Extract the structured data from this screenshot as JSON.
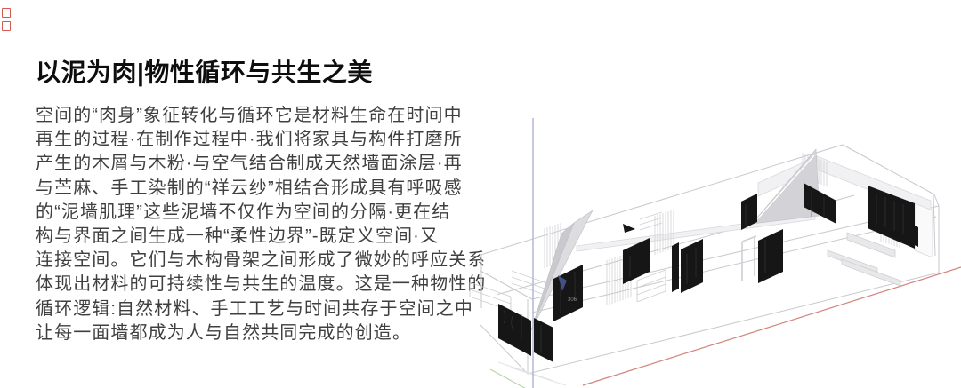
{
  "page": {
    "background": "#ffffff"
  },
  "article": {
    "title": "以泥为肉|物性循环与共生之美",
    "paragraph_lines": [
      "空间的“肉身”象征转化与循环它是材料生命在时间中",
      "再生的过程·在制作过程中·我们将家具与构件打磨所",
      "产生的木屑与木粉·与空气结合制成天然墙面涂层·再",
      "与苎麻、手工染制的“祥云纱”相结合形成具有呼吸感",
      "的“泥墙肌理”这些泥墙不仅作为空间的分隔·更在结",
      "构与界面之间生成一种“柔性边界”-既定义空间·又",
      "连接空间。它们与木构骨架之间形成了微妙的呼应关系",
      "体现出材料的可持续性与共生的温度。这是一种物性的",
      "循环逻辑:自然材料、手工工艺与时间共存于空间之中",
      "让每一面墙都成为人与自然共同完成的创造。"
    ]
  },
  "drawing": {
    "tiny_label": "306",
    "colors": {
      "outline": "#c8c8ce",
      "panel": "#161616",
      "panel_texture": "#3a3a3a",
      "triangle": "#d3d3d7",
      "triangle_light": "#dddde0",
      "band_fill": "#f1f1f3",
      "band_stroke": "#d9d9dd",
      "hatch": "#d2d2d4",
      "furniture_fill": "#e8e8ea",
      "furniture_stroke": "#cfcfd3",
      "axis_blue": "#b4b8d6",
      "axis_red": "#d4837a",
      "axis_green": "#b7d7ab",
      "blue_patch": "#4a5a9a",
      "label_gray": "#888888"
    }
  },
  "decor": {
    "edge_marks_color": "#cc3b30"
  }
}
